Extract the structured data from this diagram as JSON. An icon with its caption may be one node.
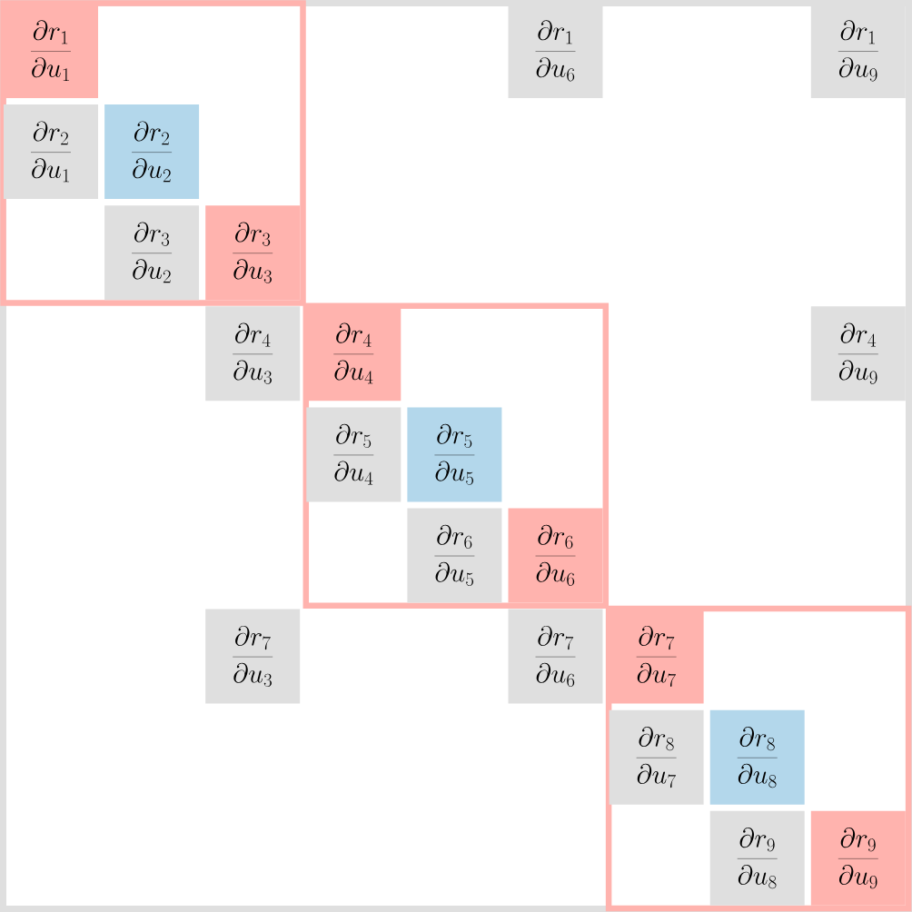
{
  "diagram": {
    "nodes": [
      {
        "text": [],
        "shape": "box"
      },
      {
        "text": [
          "\\frac{\\partial r_1}{\\partial u_1}"
        ],
        "in": 0
      },
      {
        "text": [
          "\\frac{\\partial r_1}{\\partial u_6}"
        ]
      },
      {
        "text": [
          "\\frac{\\partial r_1}{\\partial u_9}"
        ]
      },
      {
        "text": [
          "\\frac{\\partial r_2}{\\partial u_1}"
        ],
        "in": 0
      },
      {
        "text": [
          "\\frac{\\partial r_2}{\\partial u_2}"
        ],
        "in": 0
      },
      {
        "text": [
          "\\frac{\\partial r_3}{\\partial u_2}"
        ],
        "in": 0
      },
      {
        "text": [
          "\\frac{\\partial r_3}{\\partial u_3}"
        ],
        "in": 0
      },
      {
        "text": [],
        "shape": "box"
      },
      {
        "text": [
          "\\frac{\\partial r_4}{\\partial u_3}"
        ]
      },
      {
        "text": [
          "\\frac{\\partial r_4}{\\partial u_4}"
        ],
        "in": 8
      },
      {
        "text": [
          "\\frac{\\partial r_4}{\\partial u_9}"
        ]
      },
      {
        "text": [
          "\\frac{\\partial r_5}{\\partial u_4}"
        ],
        "in": 8
      },
      {
        "text": [
          "\\frac{\\partial r_5}{\\partial u_5}"
        ],
        "in": 8
      },
      {
        "text": [
          "\\frac{\\partial r_6}{\\partial u_5}"
        ],
        "in": 8
      },
      {
        "text": [
          "\\frac{\\partial r_6}{\\partial u_6}"
        ],
        "in": 8
      },
      {
        "text": [],
        "shape": "box"
      },
      {
        "text": [
          "\\frac{\\partial r_7}{\\partial u_3}"
        ]
      },
      {
        "text": [
          "\\frac{\\partial r_7}{\\partial u_6}"
        ]
      },
      {
        "text": [
          "\\frac{\\partial r_7}{\\partial u_7}"
        ],
        "in": 16
      },
      {
        "text": [
          "\\frac{\\partial r_8}{\\partial u_7}"
        ],
        "in": 16
      },
      {
        "text": [
          "\\frac{\\partial r_8}{\\partial u_8}"
        ],
        "in": 16
      },
      {
        "text": [
          "\\frac{\\partial r_9}{\\partial u_8}"
        ],
        "in": 16
      },
      {
        "text": [
          "\\frac{\\partial r_9}{\\partial u_9}"
        ],
        "in": 16
      }
    ]
  }
}
